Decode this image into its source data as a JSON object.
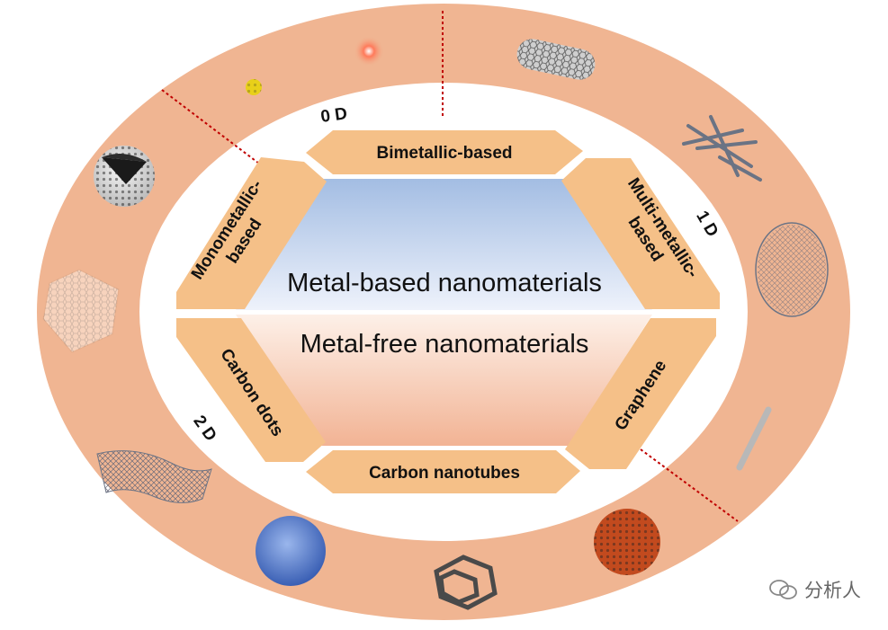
{
  "center": {
    "top_label": "Metal-based nanomaterials",
    "bottom_label": "Metal-free nanomaterials"
  },
  "segments": {
    "bimetallic": "Bimetallic-based",
    "mono_line1": "Monometallic-",
    "mono_line2": "based",
    "multi_line1": "Multi-metallic-",
    "multi_line2": "based",
    "carbon_dots": "Carbon dots",
    "carbon_nanotubes": "Carbon nanotubes",
    "graphene": "Graphene"
  },
  "dimensions": {
    "zero_d": "0 D",
    "one_d": "1 D",
    "two_d": "2 D"
  },
  "watermark": {
    "text": "分析人"
  },
  "colors": {
    "ring": "#f0b592",
    "segment": "#f5c088",
    "top_grad_start": "#a8c0e4",
    "top_grad_end": "#e7eefa",
    "bottom_grad_start": "#fbe7dc",
    "bottom_grad_end": "#f4b698",
    "divider": "#c00000"
  }
}
